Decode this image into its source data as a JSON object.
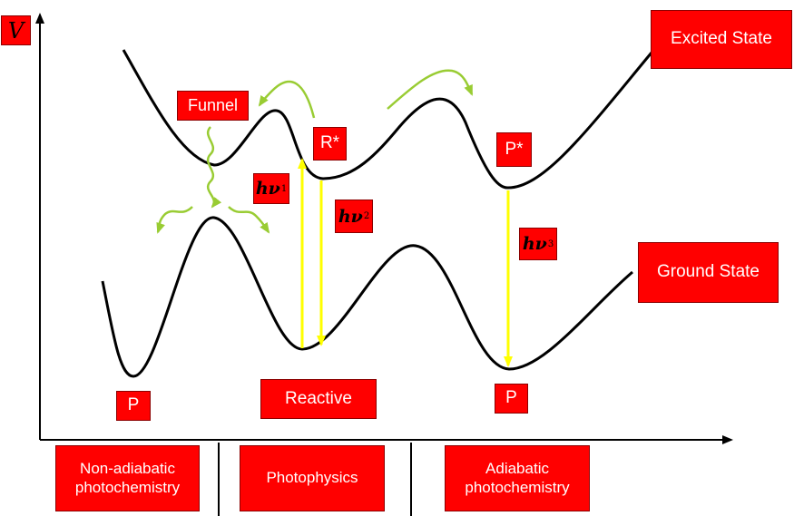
{
  "axis_label": "V",
  "curve_labels": {
    "excited": "Excited State",
    "ground": "Ground State"
  },
  "points": {
    "funnel": "Funnel",
    "r_star": "R*",
    "p_star": "P*",
    "p_left": "P",
    "reactive": "Reactive",
    "p_right": "P"
  },
  "transitions": [
    {
      "symbol": "hν",
      "sub": "1"
    },
    {
      "symbol": "hν",
      "sub": "2"
    },
    {
      "symbol": "hν",
      "sub": "3"
    }
  ],
  "regions": [
    "Non-adiabatic photochemistry",
    "Photophysics",
    "Adiabatic photochemistry"
  ],
  "colors": {
    "label_bg": "#ff0000",
    "curve": "#000000",
    "transition_arrow": "#ffff00",
    "squiggle": "#99cc33"
  }
}
